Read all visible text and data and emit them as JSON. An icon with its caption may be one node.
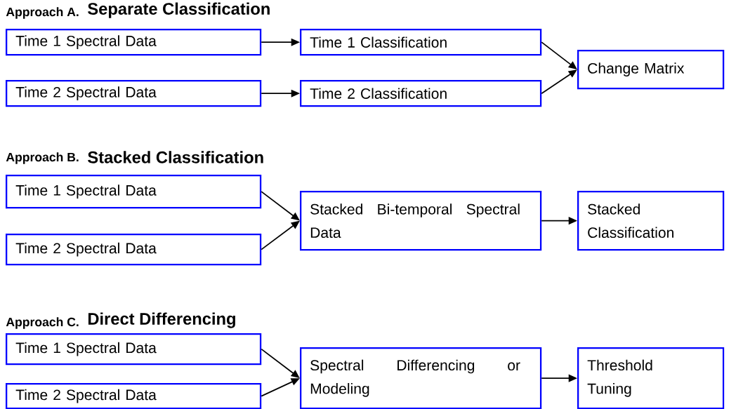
{
  "diagram": {
    "nodes": [
      {
        "text": [
          "Time 1 Spectral Data"
        ]
      },
      {
        "text": [
          "Time 1 Classification"
        ]
      },
      {
        "text": [
          "Time 2 Spectral Data"
        ]
      },
      {
        "text": [
          "Time 2 Classification"
        ]
      },
      {
        "text": [
          "Change Matrix"
        ]
      },
      {
        "text": [
          "Time 1 Spectral Data"
        ]
      },
      {
        "text": [
          "Time 2 Spectral Data"
        ]
      },
      {
        "text": [
          "Stacked Bi-temporal Spectral Data"
        ]
      },
      {
        "text": [
          "Stacked Classification"
        ]
      },
      {
        "text": [
          "Time 1 Spectral Data"
        ]
      },
      {
        "text": [
          "Time 2 Spectral Data"
        ]
      },
      {
        "text": [
          "Spectral Differencing or Modeling"
        ]
      },
      {
        "text": [
          "Threshold Tuning"
        ]
      }
    ],
    "edges": [
      {
        "from": 0,
        "to": 1,
        "arrow": "to"
      },
      {
        "from": 2,
        "to": 3,
        "arrow": "to"
      },
      {
        "from": 1,
        "to": 4,
        "arrow": "to"
      },
      {
        "from": 3,
        "to": 4,
        "arrow": "to"
      },
      {
        "from": 5,
        "to": 7,
        "arrow": "to"
      },
      {
        "from": 6,
        "to": 7,
        "arrow": "to"
      },
      {
        "from": 7,
        "to": 8,
        "arrow": "to"
      },
      {
        "from": 9,
        "to": 11,
        "arrow": "to"
      },
      {
        "from": 10,
        "to": 11,
        "arrow": "to"
      },
      {
        "from": 11,
        "to": 12,
        "arrow": "to"
      }
    ],
    "labels": [
      "Approach A.",
      "Separate Classification",
      "Approach B.",
      "Stacked Classification",
      "Approach C.",
      "Direct Differencing"
    ]
  }
}
